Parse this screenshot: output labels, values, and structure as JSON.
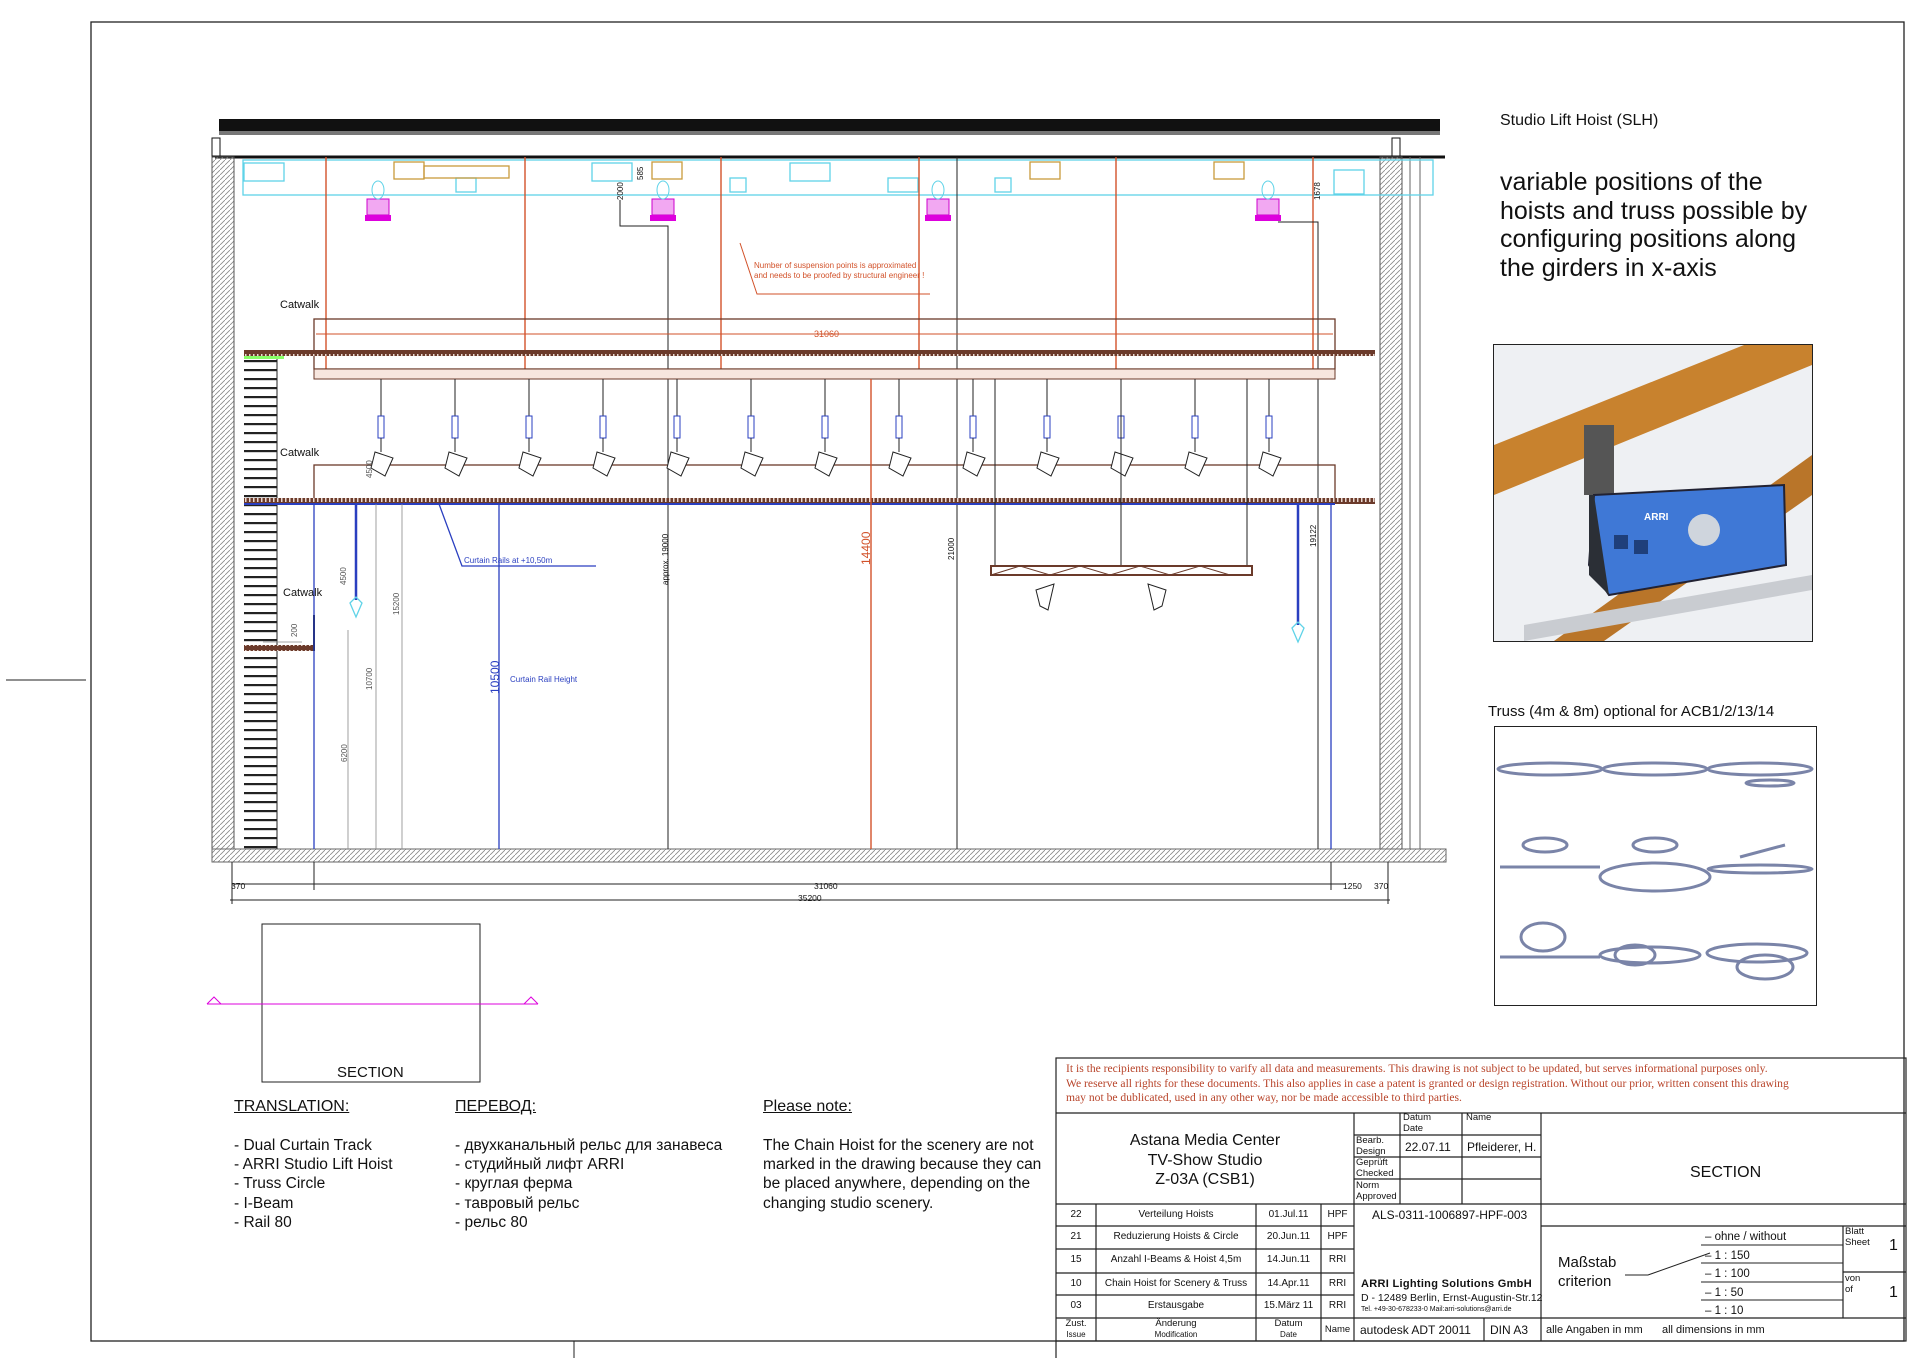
{
  "side_panel": {
    "slh_title": "Studio Lift Hoist (SLH)",
    "slh_description": "variable positions of the hoists and truss possible by configuring positions along the girders in x-axis",
    "truss_title": "Truss (4m & 8m) optional for ACB1/2/13/14",
    "hoist_brand": "ARRI"
  },
  "drawing": {
    "catwalk_labels": [
      "Catwalk",
      "Catwalk",
      "Catwalk"
    ],
    "suspension_note": [
      "Number of  suspension points is approximated",
      "and needs to be proofed by structural engineer !"
    ],
    "curtain_rails_note": "Curtain Rails at +10,50m",
    "curtain_rail_height_note": "Curtain Rail Height",
    "dims": {
      "catwalk_width": "31060",
      "d2000": "2000",
      "d585": "585",
      "d1678": "1678",
      "d4500a": "4500",
      "d4500b": "4500",
      "d15200": "15200",
      "d200": "200",
      "d10700": "10700",
      "d6200": "6200",
      "d10500": "10500",
      "d19000": "approx. 19000",
      "d14400": "14400",
      "d21000": "21000",
      "d19122": "19122",
      "bottom_left": "370",
      "bottom_inner": "31060",
      "bottom_right1": "1250",
      "bottom_right2": "370",
      "bottom_total": "35200"
    },
    "section_label": "SECTION"
  },
  "translation": {
    "heading_en": "TRANSLATION:",
    "items_en": [
      "- Dual Curtain Track",
      "- ARRI Studio Lift Hoist",
      "- Truss Circle",
      "- I-Beam",
      "- Rail 80"
    ],
    "heading_ru": "ПЕРЕВОД:",
    "items_ru": [
      "- двухканальный рельс для занавеса",
      "- студийный лифт ARRI",
      "- круглая ферма",
      "- тавровый рельс",
      "- рельс 80"
    ],
    "note_heading": "Please note:",
    "note_text": "The Chain Hoist for the scenery are not marked in the drawing because they can be placed anywhere, depending on the changing studio scenery."
  },
  "title_block": {
    "disclaimer": [
      "It is the recipients responsibility to varify all data and measurements. This drawing is not subject to be updated, but serves informational purposes only.",
      "We reserve all rights for these documents. This also applies in case a patent is granted or design registration. Without our prior, written consent this drawing",
      "may not be dublicated, used in any other way, nor be made accessible to third parties."
    ],
    "project": [
      "Astana Media Center",
      "TV-Show Studio",
      "Z-03A (CSB1)"
    ],
    "date_header": [
      "Datum",
      "Date"
    ],
    "name_header": "Name",
    "design_label": [
      "Bearb.",
      "Design"
    ],
    "design_date": "22.07.11",
    "design_name": "Pfleiderer, H.",
    "checked_label": [
      "Geprüft",
      "Checked"
    ],
    "approved_label": [
      "Norm",
      "Approved"
    ],
    "sheet_title": "SECTION",
    "drawing_number": "ALS-0311-1006897-HPF-003",
    "revisions": [
      {
        "issue": "22",
        "modification": "Verteilung Hoists",
        "date": "01.Jul.11",
        "name": "HPF"
      },
      {
        "issue": "21",
        "modification": "Reduzierung Hoists & Circle",
        "date": "20.Jun.11",
        "name": "HPF"
      },
      {
        "issue": "15",
        "modification": "Anzahl I-Beams & Hoist 4,5m",
        "date": "14.Jun.11",
        "name": "RRI"
      },
      {
        "issue": "10",
        "modification": "Chain Hoist for Scenery & Truss",
        "date": "14.Apr.11",
        "name": "RRI"
      },
      {
        "issue": "03",
        "modification": "Erstausgabe",
        "date": "15.März 11",
        "name": "RRI"
      }
    ],
    "rev_headers": {
      "issue": [
        "Zust.",
        "Issue"
      ],
      "modification": [
        "Änderung",
        "Modification"
      ],
      "date": [
        "Datum",
        "Date"
      ],
      "name": "Name"
    },
    "company": "ARRI  Lighting  Solutions  GmbH",
    "address": "D - 12489 Berlin, Ernst-Augustin-Str.12",
    "contact": "Tel. +49-30-678233-0    Mail:arri-solutions@arri.de",
    "software": "autodesk ADT 20011",
    "paper": "DIN A3",
    "units_de": "alle Angaben in mm",
    "units_en": "all dimensions in mm",
    "scale_label": [
      "Maßstab",
      "criterion"
    ],
    "scales": [
      "ohne / without",
      "1 : 150",
      "1 : 100",
      "1 : 50",
      "1 : 10"
    ],
    "sheet_label": [
      "Blatt",
      "Sheet"
    ],
    "sheet_no": "1",
    "of_label": [
      "von",
      "of"
    ],
    "of_no": "1"
  }
}
